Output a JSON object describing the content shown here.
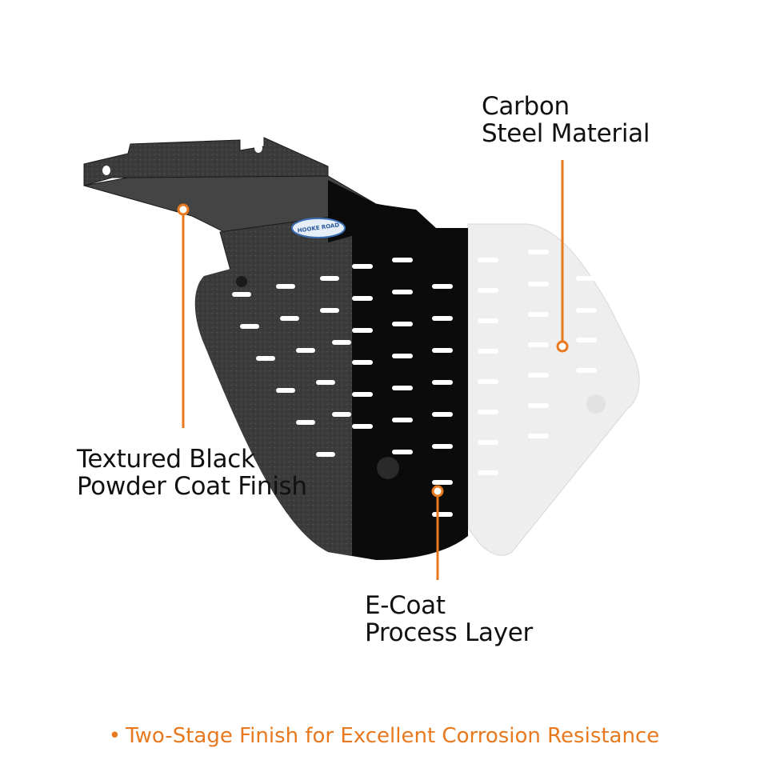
{
  "callouts": {
    "carbon_steel": {
      "line1": "Carbon",
      "line2": "Steel Material"
    },
    "powder_coat": {
      "line1": "Textured Black",
      "line2": "Powder Coat Finish"
    },
    "ecoat": {
      "line1": "E-Coat",
      "line2": "Process Layer"
    }
  },
  "brand_badge": "HOOKE ROAD",
  "footer": {
    "bullet": "•",
    "text": "Two-Stage Finish for Excellent Corrosion Resistance"
  },
  "colors": {
    "accent": "#e8791e",
    "powder_coat": "#3a3a3a",
    "ecoat": "#0b0b0b",
    "steel": "#eeeeee",
    "label_text": "#111111"
  }
}
